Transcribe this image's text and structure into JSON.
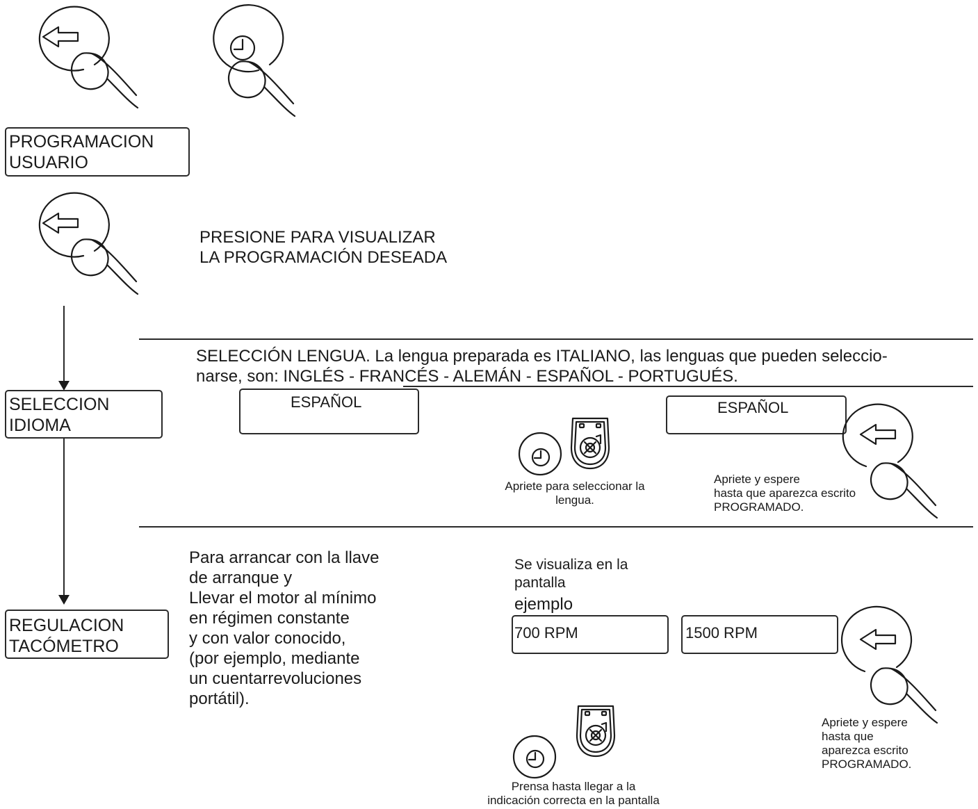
{
  "screens": {
    "programacion": {
      "line1": "PROGRAMACION",
      "line2": "USUARIO"
    },
    "seleccion": {
      "line1": "SELECCION",
      "line2": "IDIOMA"
    },
    "regulacion": {
      "line1": "REGULACION",
      "line2": "TACÓMETRO"
    },
    "lang_display_1": "ESPAÑOL",
    "lang_display_2": "ESPAÑOL",
    "rpm_display_1": "700 RPM",
    "rpm_display_2": "1500 RPM"
  },
  "texts": {
    "press_to_view": "PRESIONE PARA VISUALIZAR\nLA PROGRAMACIÓN DESEADA",
    "language_intro_1": "SELECCIÓN LENGUA. La lengua preparada es ITALIANO, las lenguas que pueden seleccio-",
    "language_intro_2": "narse, son: INGLÉS - FRANCÉS - ALEMÁN - ESPAÑOL - PORTUGUÉS.",
    "select_language_caption": "Apriete para seleccionar la\nlengua.",
    "wait_programmed_1": "Apriete y espere\nhasta que aparezca escrito\nPROGRAMADO.",
    "tacho_instructions": "Para arrancar con la llave\nde arranque y\nLlevar el motor al mínimo\nen régimen constante\ny con valor conocido,\n(por ejemplo, mediante\nun cuentarrevoluciones\nportátil).",
    "display_shows": "Se visualiza en la\npantalla",
    "example": "ejemplo",
    "press_until_caption": "Prensa hasta llegar a la\nindicación correcta en la pantalla",
    "wait_programmed_2": "Apriete y espere\nhasta que\naparezca escrito\nPROGRAMADO."
  },
  "icons": [
    "enter-button-icon",
    "clock-button-icon",
    "engine-key-icon",
    "finger-icon"
  ]
}
